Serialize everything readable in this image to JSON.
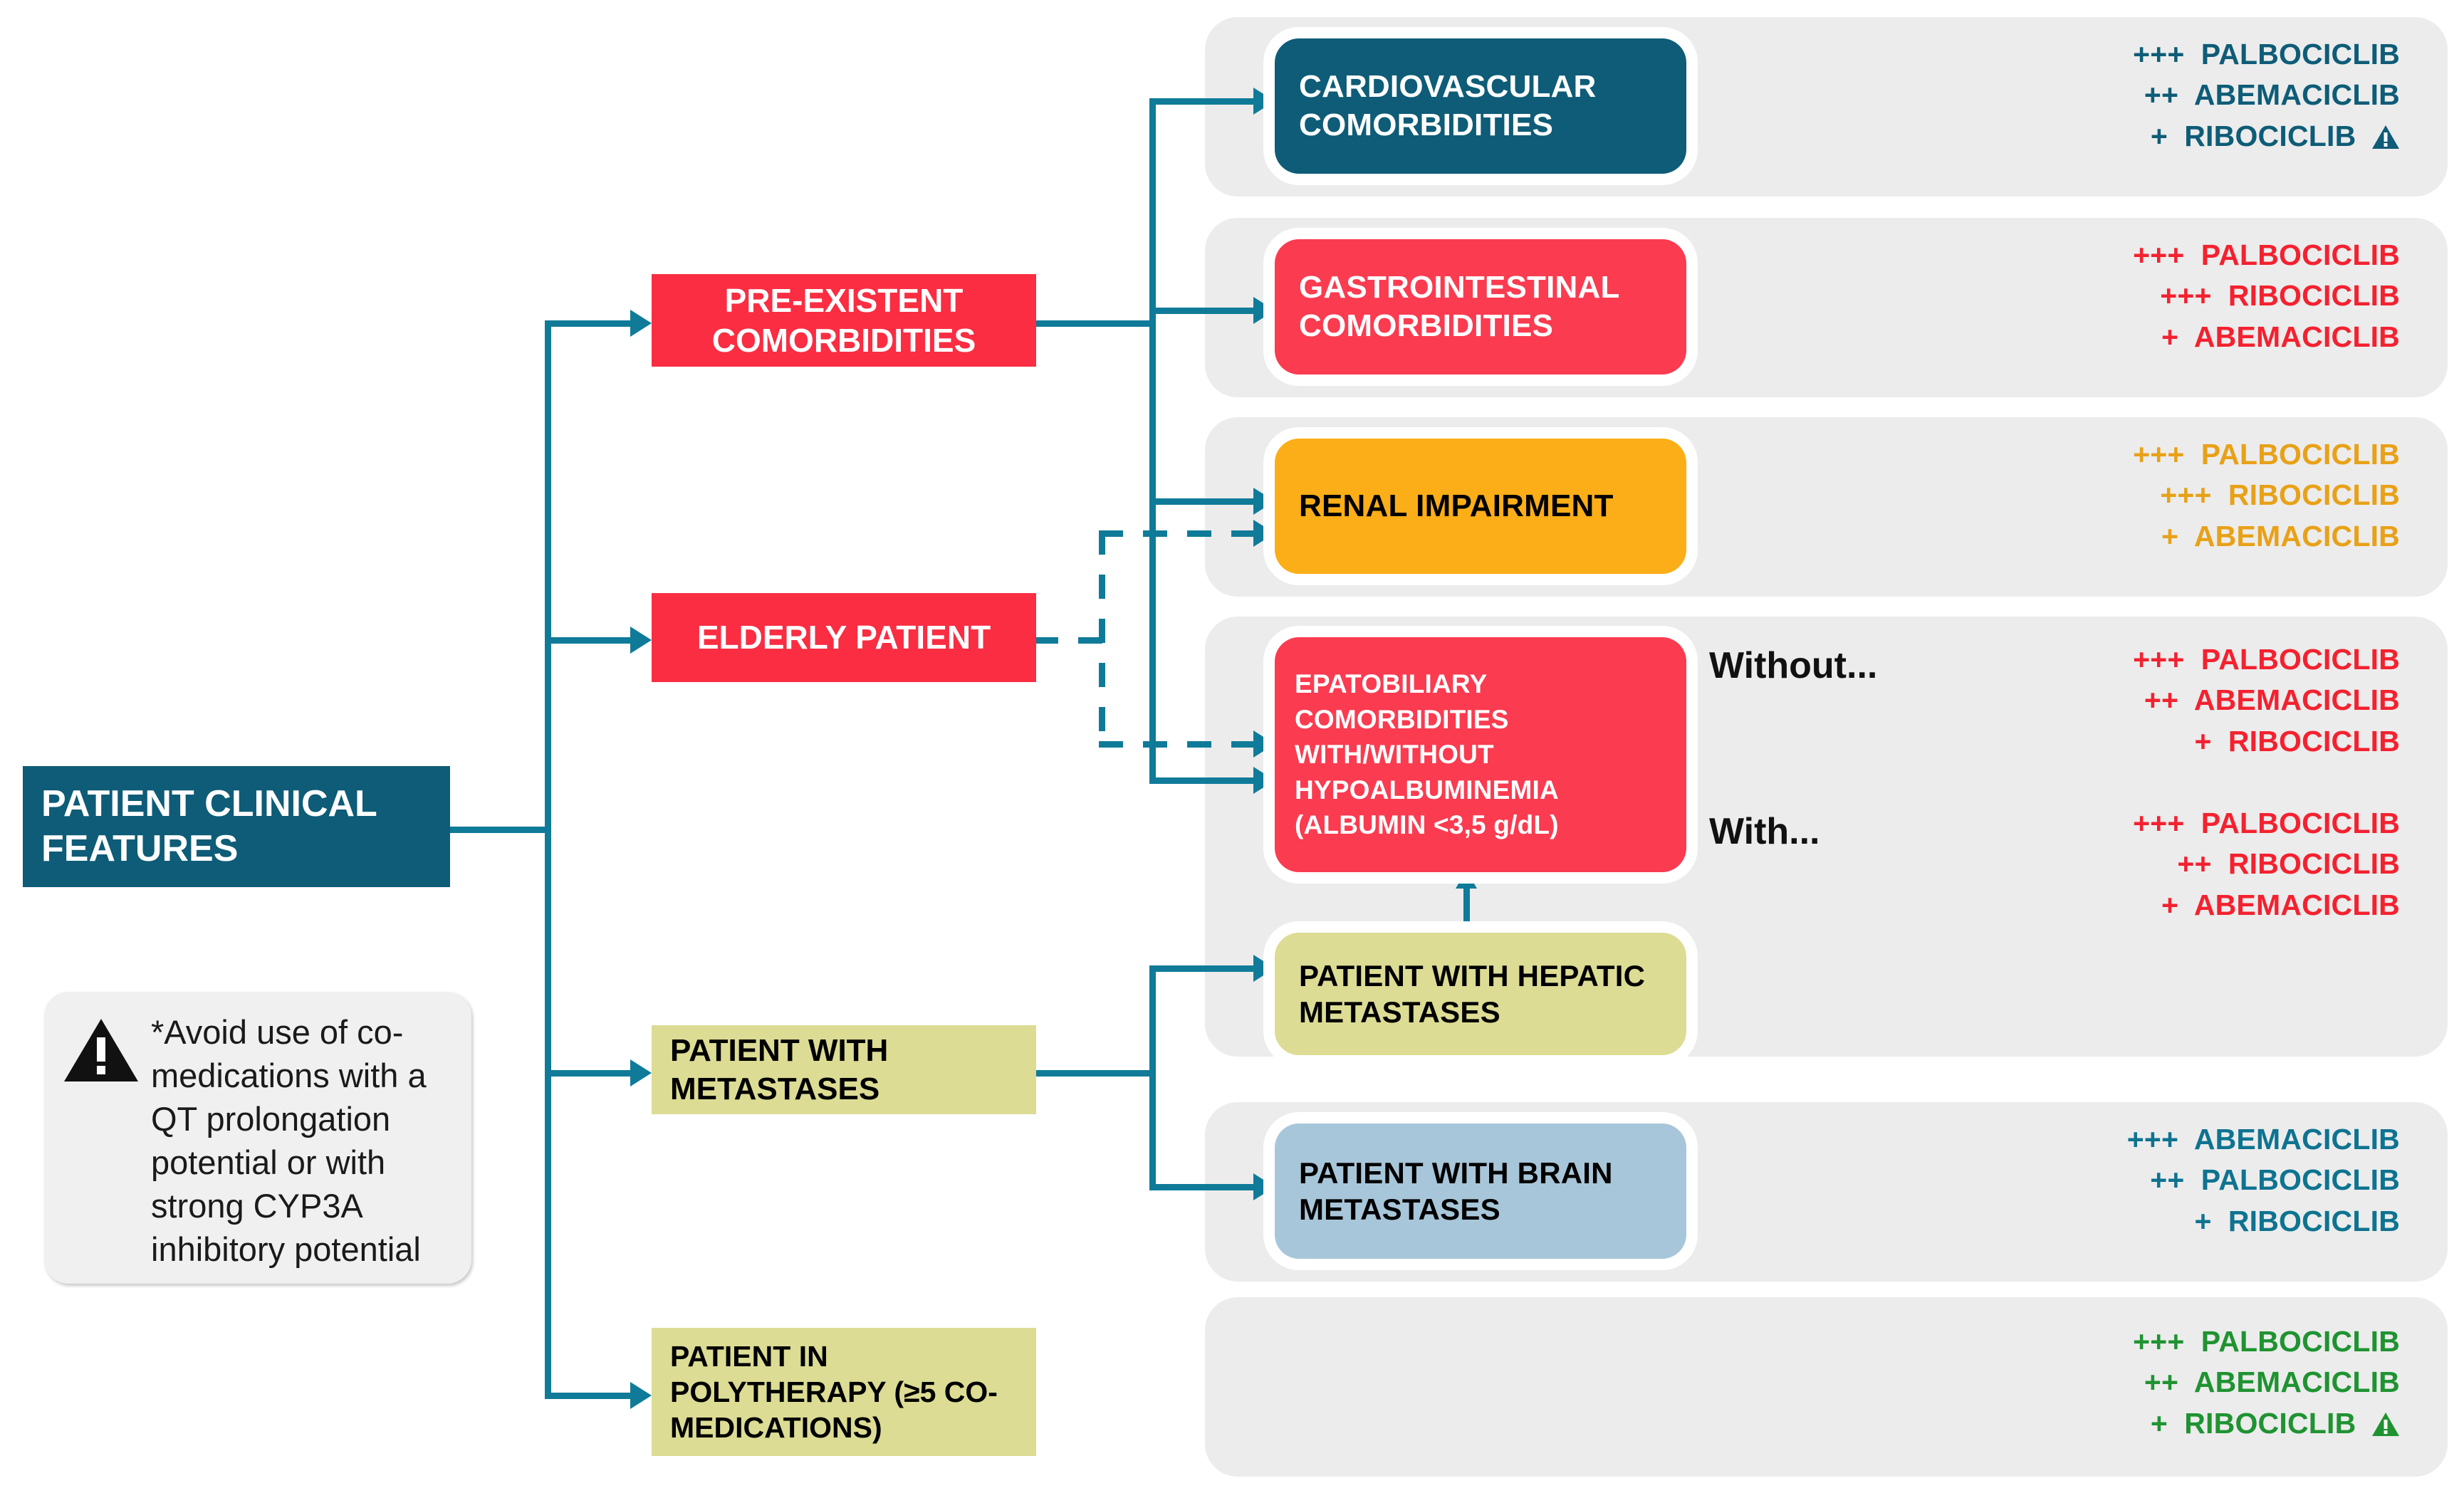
{
  "colors": {
    "teal_line": "#0f7b99",
    "dark_teal": "#0e5c77",
    "red": "#fa2d42",
    "red_pink": "#fb3b50",
    "orange": "#fbae17",
    "olive": "#dcdc94",
    "light_blue": "#a8c6d9",
    "panel_grey": "#ececec",
    "green": "#1f9331"
  },
  "root": {
    "label": "PATIENT CLINICAL FEATURES"
  },
  "footnote": {
    "icon": "warning-triangle-icon",
    "text": "*Avoid use of co-medications with a QT prolongation potential or with strong CYP3A inhibitory potential"
  },
  "branches": [
    {
      "id": "pre-existent-comorbidities",
      "label": "PRE-EXISTENT COMORBIDITIES",
      "color": "#fa2d42",
      "text_color": "#ffffff",
      "align": "center"
    },
    {
      "id": "elderly-patient",
      "label": "ELDERLY PATIENT",
      "color": "#fa2d42",
      "text_color": "#ffffff",
      "align": "center"
    },
    {
      "id": "patient-with-metastases",
      "label": "PATIENT WITH METASTASES",
      "color": "#dcdc94",
      "text_color": "#000000",
      "align": "left"
    },
    {
      "id": "patient-in-polytherapy",
      "label": "PATIENT IN POLYTHERAPY (≥5 CO-MEDICATIONS)",
      "color": "#dcdc94",
      "text_color": "#000000",
      "align": "left"
    }
  ],
  "rows": [
    {
      "id": "cardiovascular",
      "box_label": "CARDIOVASCULAR COMORBIDITIES",
      "box_color": "#0e5c77",
      "box_text_color": "#ffffff",
      "rec_color": "#0e5c77",
      "recommendations": [
        {
          "score": "+++",
          "drug": "PALBOCICLIB",
          "warning": false
        },
        {
          "score": "++",
          "drug": "ABEMACICLIB",
          "warning": false
        },
        {
          "score": "+",
          "drug": "RIBOCICLIB",
          "warning": true
        }
      ]
    },
    {
      "id": "gastrointestinal",
      "box_label": "GASTROINTESTINAL COMORBIDITIES",
      "box_color": "#fb3b50",
      "box_text_color": "#ffffff",
      "rec_color": "#f4212f",
      "recommendations": [
        {
          "score": "+++",
          "drug": "PALBOCICLIB",
          "warning": false
        },
        {
          "score": "+++",
          "drug": "RIBOCICLIB",
          "warning": false
        },
        {
          "score": "+",
          "drug": "ABEMACICLIB",
          "warning": false
        }
      ]
    },
    {
      "id": "renal-impairment",
      "box_label": "RENAL IMPAIRMENT",
      "box_color": "#fbae17",
      "box_text_color": "#000000",
      "rec_color": "#e8a117",
      "recommendations": [
        {
          "score": "+++",
          "drug": "PALBOCICLIB",
          "warning": false
        },
        {
          "score": "+++",
          "drug": "RIBOCICLIB",
          "warning": false
        },
        {
          "score": "+",
          "drug": "ABEMACICLIB",
          "warning": false
        }
      ]
    },
    {
      "id": "hepatobiliary",
      "box_label": "EPATOBILIARY COMORBIDITIES WITH/WITHOUT HYPOALBUMINEMIA (ALBUMIN <3,5 g/dL)",
      "box_color": "#fb3b50",
      "box_text_color": "#ffffff",
      "rec_color": "#f4212f",
      "sublabel_without": "Without...",
      "sublabel_with": "With...",
      "recommendations_without": [
        {
          "score": "+++",
          "drug": "PALBOCICLIB",
          "warning": false
        },
        {
          "score": "++",
          "drug": "ABEMACICLIB",
          "warning": false
        },
        {
          "score": "+",
          "drug": "RIBOCICLIB",
          "warning": false
        }
      ],
      "recommendations_with": [
        {
          "score": "+++",
          "drug": "PALBOCICLIB",
          "warning": false
        },
        {
          "score": "++",
          "drug": "RIBOCICLIB",
          "warning": false
        },
        {
          "score": "+",
          "drug": "ABEMACICLIB",
          "warning": false
        }
      ]
    },
    {
      "id": "hepatic-metastases",
      "box_label": "PATIENT WITH HEPATIC METASTASES",
      "box_color": "#dcdc94",
      "box_text_color": "#000000"
    },
    {
      "id": "brain-metastases",
      "box_label": "PATIENT WITH BRAIN METASTASES",
      "box_color": "#a8c6d9",
      "box_text_color": "#000000",
      "rec_color": "#0e7391",
      "recommendations": [
        {
          "score": "+++",
          "drug": "ABEMACICLIB",
          "warning": false
        },
        {
          "score": "++",
          "drug": "PALBOCICLIB",
          "warning": false
        },
        {
          "score": "+",
          "drug": "RIBOCICLIB",
          "warning": false
        }
      ]
    },
    {
      "id": "polytherapy",
      "box_label": "",
      "rec_color": "#1f9331",
      "recommendations": [
        {
          "score": "+++",
          "drug": "PALBOCICLIB",
          "warning": false
        },
        {
          "score": "++",
          "drug": "ABEMACICLIB",
          "warning": false
        },
        {
          "score": "+",
          "drug": "RIBOCICLIB",
          "warning": true
        }
      ]
    }
  ]
}
